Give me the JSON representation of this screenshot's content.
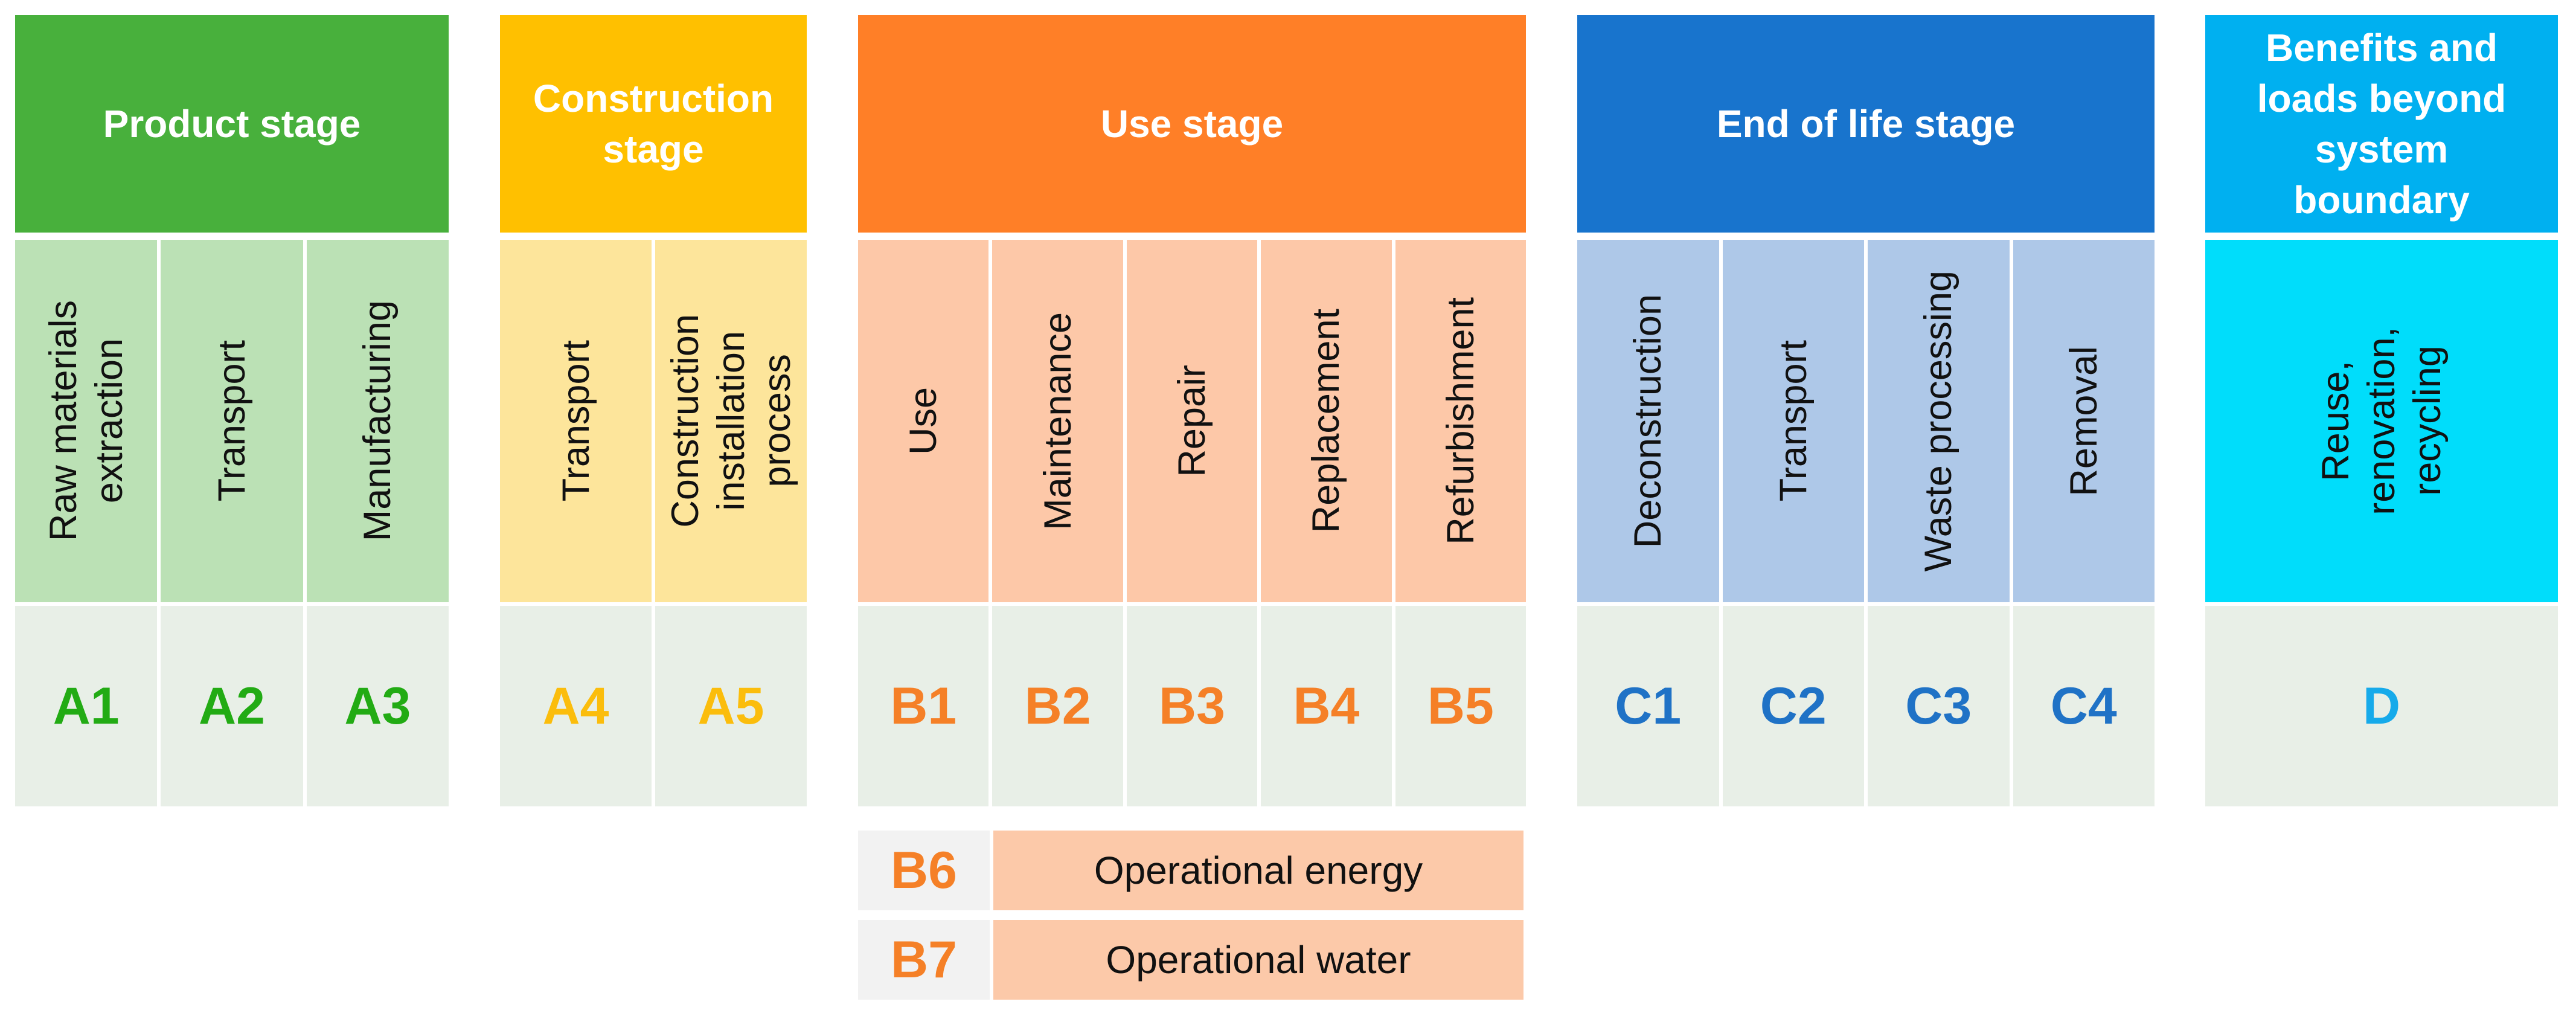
{
  "stages": [
    {
      "title": "Product stage",
      "header_color": "#48b03c",
      "label_color": "#bbe1b5",
      "code_color": "#22ab14",
      "modules": [
        {
          "label": "Raw materials\nextraction",
          "code": "A1"
        },
        {
          "label": "Transport",
          "code": "A2"
        },
        {
          "label": "Manufacturing",
          "code": "A3"
        }
      ]
    },
    {
      "title": "Construction\nstage",
      "header_color": "#ffc000",
      "label_color": "#fde59b",
      "code_color": "#fbbd0c",
      "modules": [
        {
          "label": "Transport",
          "code": "A4"
        },
        {
          "label": "Construction\ninstallation\nprocess",
          "code": "A5"
        }
      ]
    },
    {
      "title": "Use stage",
      "header_color": "#ff7f27",
      "label_color": "#fdc8a8",
      "code_color": "#f58027",
      "modules": [
        {
          "label": "Use",
          "code": "B1"
        },
        {
          "label": "Maintenance",
          "code": "B2"
        },
        {
          "label": "Repair",
          "code": "B3"
        },
        {
          "label": "Replacement",
          "code": "B4"
        },
        {
          "label": "Refurbishment",
          "code": "B5"
        }
      ]
    },
    {
      "title": "End of life stage",
      "header_color": "#1874cd",
      "label_color": "#aec8e8",
      "code_color": "#1f72c6",
      "modules": [
        {
          "label": "Deconstruction",
          "code": "C1"
        },
        {
          "label": "Transport",
          "code": "C2"
        },
        {
          "label": "Waste processing",
          "code": "C3"
        },
        {
          "label": "Removal",
          "code": "C4"
        }
      ]
    },
    {
      "title": "Benefits and\nloads beyond\nsystem\nboundary",
      "header_color": "#00b0f0",
      "label_color": "#00ddfb",
      "code_color": "#16aaea",
      "modules": [
        {
          "label": "Reuse,\nrenovation,\nrecycling",
          "code": "D"
        }
      ]
    }
  ],
  "operational": [
    {
      "code": "B6",
      "label": "Operational energy"
    },
    {
      "code": "B7",
      "label": "Operational water"
    }
  ]
}
